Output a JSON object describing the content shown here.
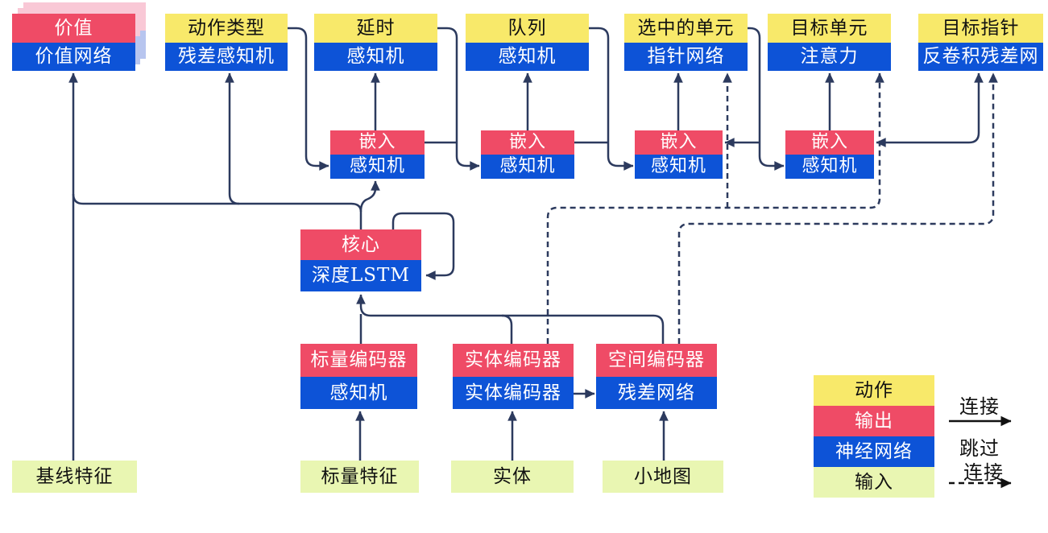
{
  "diagram_title": "AlphaStar agent architecture (Chinese)",
  "colors": {
    "action_yellow": "#f8e96a",
    "output_red": "#ef4b66",
    "network_blue": "#0d53d7",
    "input_green": "#e9f6b2",
    "connector_navy": "#2c3a5e",
    "value_shadow_pink": "#f9c8d6",
    "value_shadow_blue": "#b7c5ef",
    "legend_text": "#111111"
  },
  "nodes": {
    "value": {
      "top": "价值",
      "bottom": "价值网络"
    },
    "action_type": {
      "top": "动作类型",
      "bottom": "残差感知机"
    },
    "delay": {
      "top": "延时",
      "bottom": "感知机"
    },
    "queue": {
      "top": "队列",
      "bottom": "感知机"
    },
    "selected_units": {
      "top": "选中的单元",
      "bottom": "指针网络"
    },
    "target_unit": {
      "top": "目标单元",
      "bottom": "注意力"
    },
    "target_pointer": {
      "top": "目标指针",
      "bottom": "反卷积残差网"
    },
    "core": {
      "top": "核心",
      "bottom": "深度LSTM"
    },
    "scalar_encoder": {
      "top": "标量编码器",
      "bottom": "感知机"
    },
    "entity_encoder": {
      "top": "实体编码器",
      "bottom": "实体编码器"
    },
    "spatial_encoder": {
      "top": "空间编码器",
      "bottom": "残差网络"
    }
  },
  "embeds": [
    {
      "top": "嵌入",
      "bottom": "感知机"
    },
    {
      "top": "嵌入",
      "bottom": "感知机"
    },
    {
      "top": "嵌入",
      "bottom": "感知机"
    },
    {
      "top": "嵌入",
      "bottom": "感知机"
    }
  ],
  "inputs": {
    "baseline": "基线特征",
    "scalar": "标量特征",
    "entity": "实体",
    "minimap": "小地图"
  },
  "legend": {
    "action": "动作",
    "output": "输出",
    "network": "神经网络",
    "input": "输入",
    "connection": "连接",
    "skip_line1": "跳过",
    "skip_line2": "连接"
  }
}
